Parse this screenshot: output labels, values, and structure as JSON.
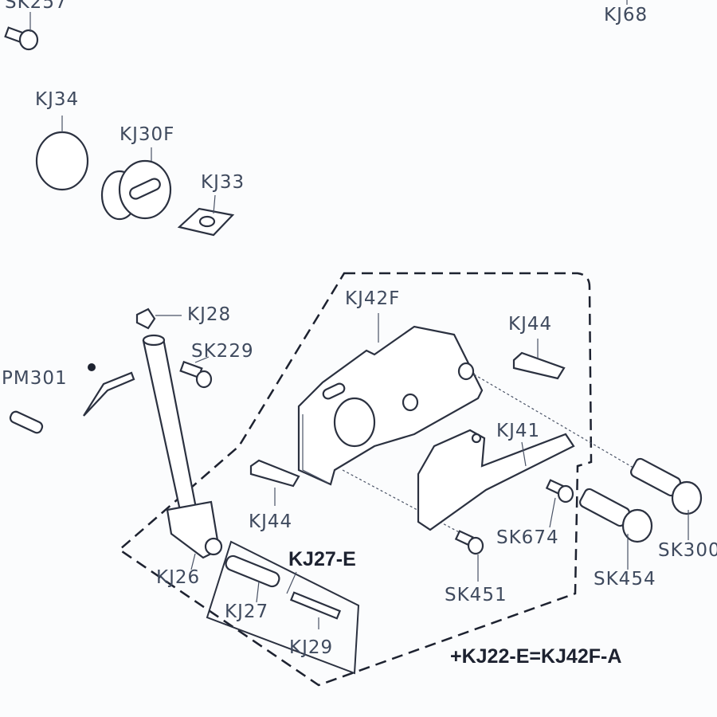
{
  "diagram": {
    "labels": {
      "sk257": "SK257",
      "kj68": "KJ68",
      "kj34": "KJ34",
      "kj30f": "KJ30F",
      "kj33": "KJ33",
      "kj28": "KJ28",
      "sk229": "SK229",
      "pm301": "PM301",
      "kj42f": "KJ42F",
      "kj44_top": "KJ44",
      "kj41": "KJ41",
      "kj44_left": "KJ44",
      "sk674": "SK674",
      "sk300": "SK300",
      "sk454": "SK454",
      "kj26": "KJ26",
      "kj27e": "KJ27-E",
      "kj27": "KJ27",
      "kj29": "KJ29",
      "sk451": "SK451"
    },
    "assembly_note": "+KJ22-E=KJ42F-A"
  }
}
